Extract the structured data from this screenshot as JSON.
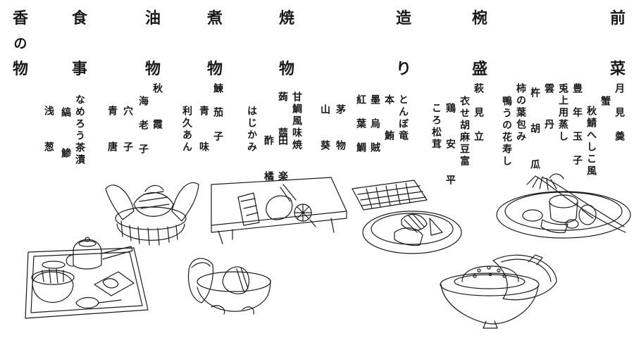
{
  "categories": [
    {
      "id": "zensai",
      "line1": "前",
      "line2": "菜",
      "dishes": [
        "月　見　羮",
        "蟹",
        "秋鯖へしこ風",
        "豊　年　玉　子",
        "兎上用蒸し",
        "雲　　丹",
        "杵　　胡　　瓜",
        "柿の葉包み",
        "鴨うの花寿し"
      ]
    },
    {
      "id": "wanmori",
      "line1": "椀",
      "line2": "盛",
      "dishes": [
        "萩　見　立",
        "衣せ胡麻豆富",
        "鶏　　安　　平",
        "ころ松茸"
      ]
    },
    {
      "id": "tsukuri",
      "line1": "造",
      "line2": "り",
      "dishes": [
        "とんぼ竜",
        "本　　鮪",
        "墨　烏　賊",
        "紅　葉　鯛"
      ]
    },
    {
      "id": "yakimono",
      "line1": "焼",
      "line2": "物",
      "dishes": [
        "甘鯛風味焼",
        "田　　楽",
        "酢　　橘",
        "茅　　物",
        "山　　葵",
        "蒟　　蒻",
        "はじかみ"
      ]
    },
    {
      "id": "nimono",
      "line1": "煮",
      "line2": "物",
      "dishes": [
        "鰊　茄　子",
        "青　　味",
        "利久あん"
      ]
    },
    {
      "id": "aburamono",
      "line1": "油",
      "line2": "物",
      "dishes": [
        "秋　　霞",
        "海　老　子",
        "穴　　子",
        "青　　唐"
      ]
    },
    {
      "id": "shokuji",
      "line1": "食",
      "line2": "事",
      "dishes": [
        "なめろう茶漬",
        "鯵",
        "縞",
        "浅　　葱"
      ]
    },
    {
      "id": "konomono",
      "line1": "香",
      "mid": "の",
      "line2": "物",
      "dishes": []
    }
  ]
}
